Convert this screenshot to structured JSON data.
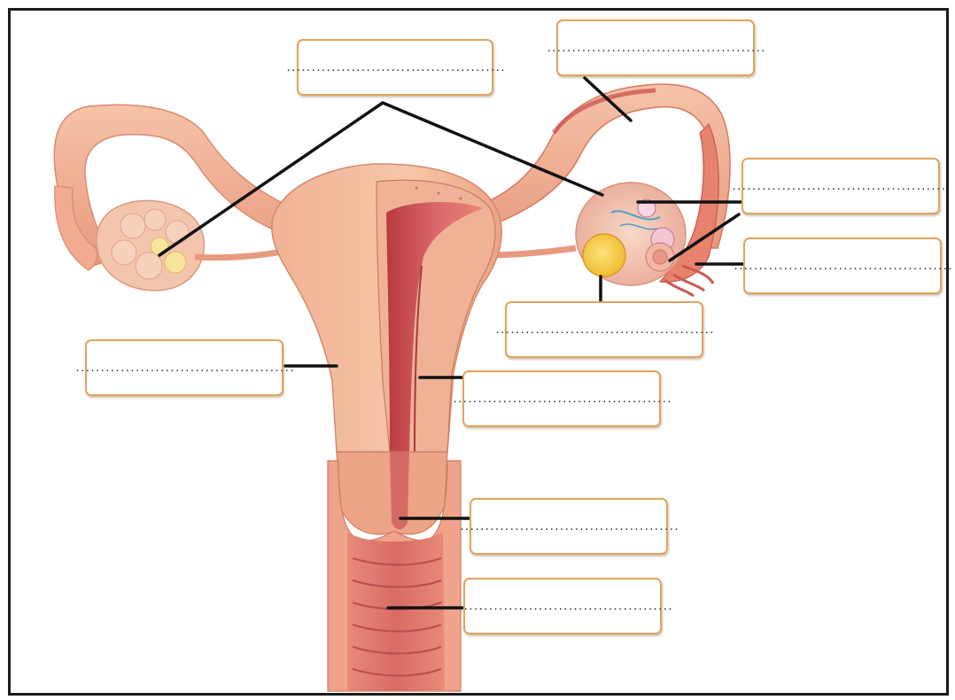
{
  "worksheet": {
    "label_boxes": [
      {
        "id": "box-fimbriae",
        "text": "............................................"
      },
      {
        "id": "box-ovary",
        "text": "............................................"
      },
      {
        "id": "box-follicle",
        "text": "............................................"
      },
      {
        "id": "box-corpus",
        "text": "............................................"
      },
      {
        "id": "box-oocyte",
        "text": "............................................"
      },
      {
        "id": "box-uterus",
        "text": "............................................"
      },
      {
        "id": "box-endometrium",
        "text": "............................................"
      },
      {
        "id": "box-cervix",
        "text": "............................................"
      },
      {
        "id": "box-vagina",
        "text": "............................................"
      },
      {
        "id": "box-tube",
        "text": "............................................"
      }
    ]
  },
  "colors": {
    "frame": "#1a1a1a",
    "box_border": "#e0a45e",
    "leader_line": "#111111",
    "tissue_light": "#f4b79a",
    "tissue_mid": "#e98f78",
    "tissue_dark": "#c94a4a",
    "ovary": "#f2c7b4",
    "follicle": "#f2c233"
  }
}
